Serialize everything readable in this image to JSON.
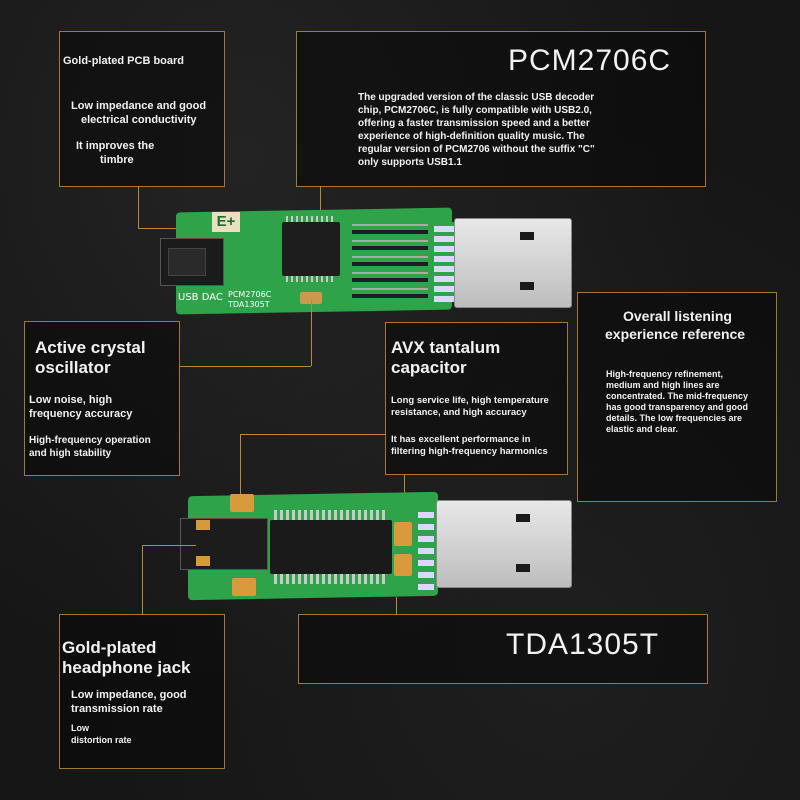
{
  "pcb_board": {
    "title": "Gold-plated PCB board",
    "line1": "Low impedance and good",
    "line2": "electrical conductivity",
    "line3": "It improves the",
    "line4": "timbre"
  },
  "pcm": {
    "title": "PCM2706C",
    "desc": [
      "The upgraded version of the classic USB decoder",
      "chip, PCM2706C, is fully compatible with USB2.0,",
      "offering a faster transmission speed and a better",
      "experience of high-definition quality music. The",
      "regular version of PCM2706 without the suffix \"C\"",
      "only supports USB1.1"
    ]
  },
  "crystal": {
    "title1": "Active crystal",
    "title2": "oscillator",
    "line1": "Low noise, high",
    "line2": "frequency accuracy",
    "line3": "High-frequency operation",
    "line4": "and high stability"
  },
  "avx": {
    "title1": "AVX tantalum",
    "title2": "capacitor",
    "line1": "Long service life, high temperature",
    "line2": "resistance, and high accuracy",
    "line3": "It has excellent performance in",
    "line4": "filtering high-frequency harmonics"
  },
  "listening": {
    "title1": "Overall listening",
    "title2": "experience reference",
    "desc": [
      "High-frequency refinement,",
      "medium and high lines are",
      "concentrated. The mid-frequency",
      "has good transparency and good",
      "details. The low frequencies are",
      "elastic and clear."
    ]
  },
  "jack": {
    "title1": "Gold-plated",
    "title2": "headphone jack",
    "line1": "Low impedance, good",
    "line2": "transmission rate",
    "line3": "Low",
    "line4": "distortion rate"
  },
  "tda": {
    "title": "TDA1305T"
  },
  "silkscreen": {
    "top_logo": "E+",
    "usb_dac": "USB DAC",
    "chip1": "PCM2706C",
    "chip2": "TDA1305T"
  },
  "colors": {
    "accent": "#b48a3c",
    "pcb_green": "#2fa34a",
    "background": "#161616"
  }
}
